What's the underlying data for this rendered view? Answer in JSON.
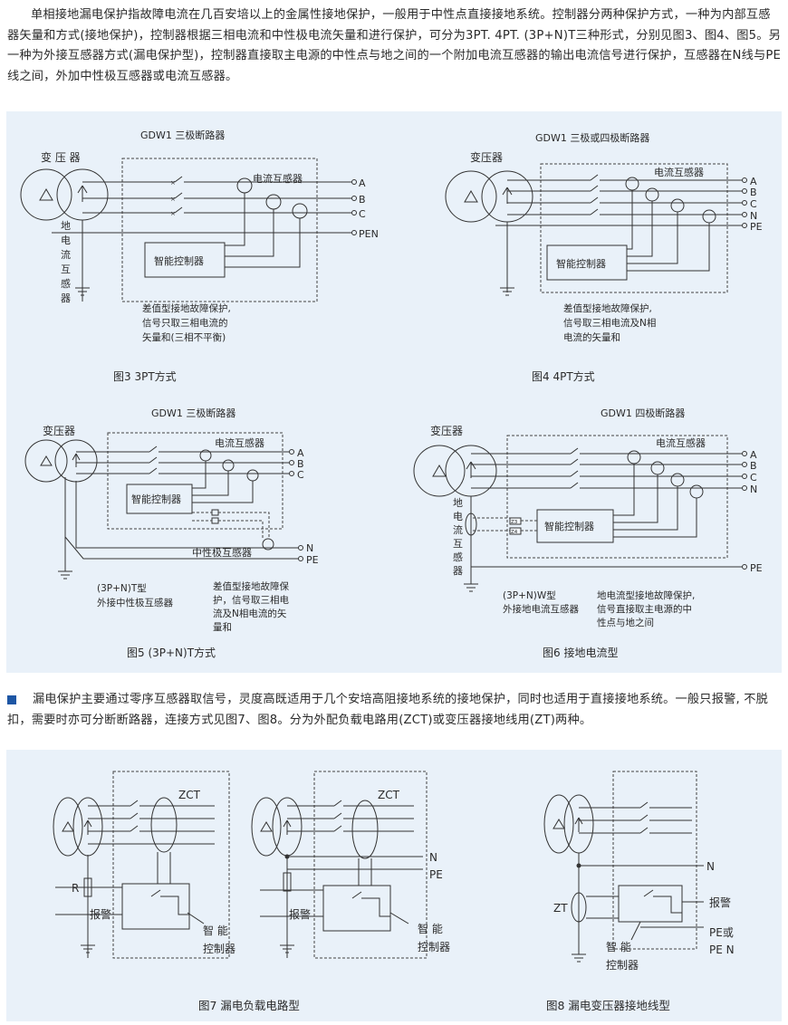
{
  "intro": "单相接地漏电保护指故障电流在几百安培以上的金属性接地保护，一般用于中性点直接接地系统。控制器分两种保护方式，一种为内部互感器矢量和方式(接地保护)，控制器根据三相电流和中性极电流矢量和进行保护，可分为3PT. 4PT. (3P+N)T三种形式，分别见图3、图4、图5。另一种为外接互感器方式(漏电保护型)，控制器直接取主电源的中性点与地之间的一个附加电流互感器的输出电流信号进行保护，互感器在N线与PE线之间，外加中性极互感器或电流互感器。",
  "section2": "漏电保护主要通过零序互感器取信号，灵度高既适用于几个安培高阻接地系统的接地保护，同时也适用于直接接地系统。一般只报警, 不脱扣，需要时亦可分断断路器，连接方式见图7、图8。分为外配负载电路用(ZCT)或变压器接地线用(ZT)两种。",
  "fig3": {
    "breaker": "GDW1 三极断路器",
    "transformer": "变 压 器",
    "ct": "电流互感器",
    "ground_ct": [
      "地",
      "电",
      "流",
      "互",
      "感",
      "器"
    ],
    "controller": "智能控制器",
    "lines": [
      "A",
      "B",
      "C",
      "PEN"
    ],
    "desc": [
      "差值型接地故障保护,",
      "信号只取三相电流的",
      "矢量和(三相不平衡)"
    ],
    "caption": "图3   3PT方式"
  },
  "fig4": {
    "breaker": "GDW1 三极或四极断路器",
    "transformer": "变压器",
    "ct": "电流互感器",
    "controller": "智能控制器",
    "lines": [
      "A",
      "B",
      "C",
      "N",
      "PE"
    ],
    "desc": [
      "差值型接地故障保护,",
      "信号取三相电流及N相",
      "电流的矢量和"
    ],
    "caption": "图4   4PT方式"
  },
  "fig5": {
    "breaker": "GDW1  三极断路器",
    "transformer": "变压器",
    "ct": "电流互感器",
    "controller": "智能控制器",
    "neutral_ct": "中性极互感器",
    "lines": [
      "A",
      "B",
      "C",
      "N",
      "PE"
    ],
    "note": [
      "(3P+N)T型",
      "外接中性极互感器"
    ],
    "desc": [
      "差值型接地故障保",
      "护，信号取三相电",
      "流及N相电流的矢",
      "量和"
    ],
    "caption": "图5   (3P+N)T方式"
  },
  "fig6": {
    "breaker": "GDW1 四极断路器",
    "transformer": "变压器",
    "ct": "电流互感器",
    "ground_ct": [
      "地",
      "电",
      "流",
      "互",
      "感",
      "器"
    ],
    "controller": "智能控制器",
    "terminals": [
      "Z3",
      "Z4"
    ],
    "lines": [
      "A",
      "B",
      "C",
      "N",
      "PE"
    ],
    "note": [
      "(3P+N)W型",
      "外接地电流互感器"
    ],
    "desc": [
      "地电流型接地故障保护,",
      "信号直接取主电源的中",
      "性点与地之间"
    ],
    "caption": "图6   接地电流型"
  },
  "fig7": {
    "zct": "ZCT",
    "r": "R",
    "alarm": "报警",
    "controller": [
      "智  能",
      "控制器"
    ],
    "n": "N",
    "pe": "PE",
    "caption": "图7   漏电负载电路型"
  },
  "fig8": {
    "zt": "ZT",
    "n": "N",
    "alarm": "报警",
    "pe": [
      "PE或",
      "PE N"
    ],
    "controller": [
      "智  能",
      "控制器"
    ],
    "caption": "图8   漏电变压器接地线型"
  }
}
